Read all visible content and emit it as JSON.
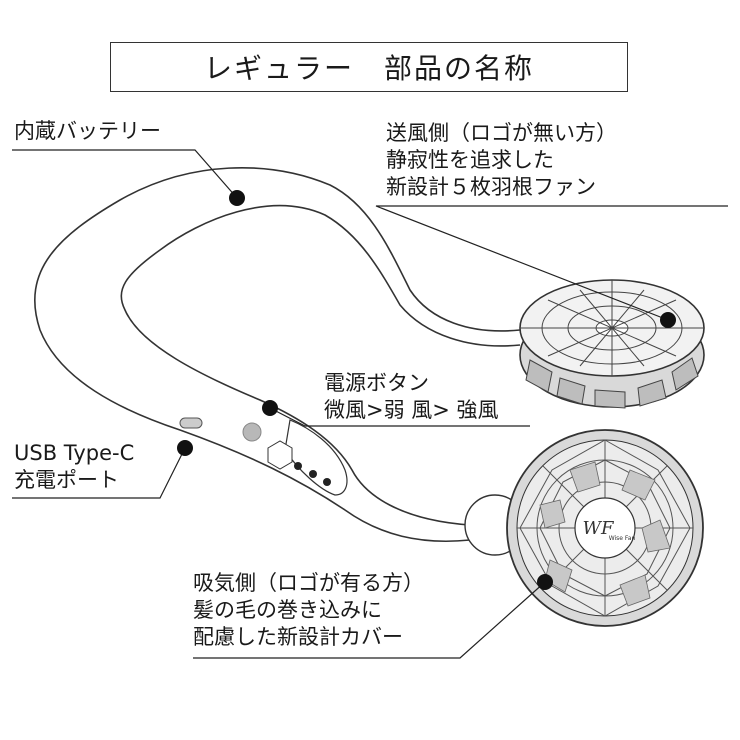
{
  "title": "レギュラー　部品の名称",
  "callouts": {
    "battery": {
      "lines": [
        "内蔵バッテリー"
      ]
    },
    "outlet_side": {
      "lines": [
        "送風側（ロゴが無い方）",
        "静寂性を追求した",
        "新設計５枚羽根ファン"
      ]
    },
    "power_button": {
      "lines": [
        "電源ボタン",
        "微風>弱  風>  強風"
      ]
    },
    "usb_port": {
      "lines": [
        "USB Type-C",
        "充電ポート"
      ]
    },
    "intake_side": {
      "lines": [
        "吸気側（ロゴが有る方）",
        "髪の毛の巻き込みに",
        "配慮した新設計カバー"
      ]
    }
  },
  "device": {
    "logo_text": "WF",
    "logo_subtext": "Wise Fan",
    "badge_text": "Wise Fan"
  },
  "colors": {
    "outline": "#333333",
    "fan_grey": "#d9d9d9",
    "fan_dark": "#9a9a9a",
    "button_grey": "#b8b8b8"
  }
}
